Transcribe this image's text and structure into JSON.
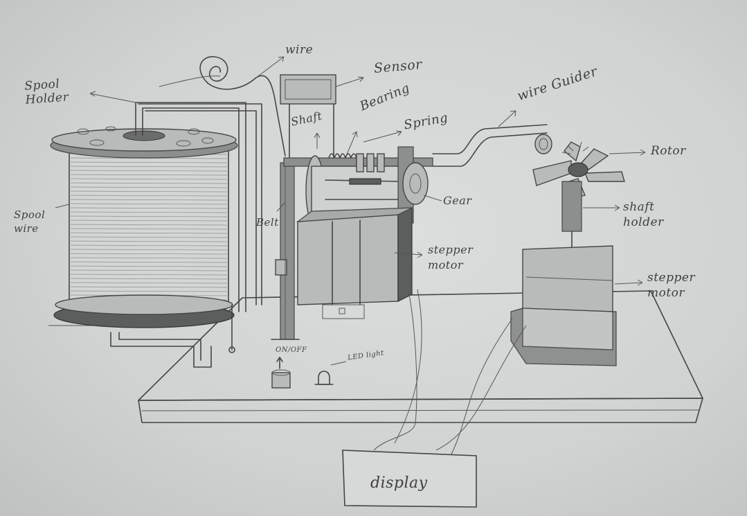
{
  "diagram": {
    "labels": {
      "spool_holder": "Spool Holder",
      "wire_top": "wire",
      "sensor": "Sensor",
      "bearing": "Bearing",
      "shaft": "Shaft",
      "spring": "Spring",
      "wire_guider": "wire Guider",
      "rotor": "Rotor",
      "spool_wire": "Spool wire",
      "belt": "Belt",
      "gear": "Gear",
      "stepper_motor_left": "stepper motor",
      "shaft_holder": "shaft holder",
      "stepper_motor_right": "stepper motor",
      "on_off": "ON/OFF",
      "led_light": "LED light",
      "display": "display"
    }
  }
}
